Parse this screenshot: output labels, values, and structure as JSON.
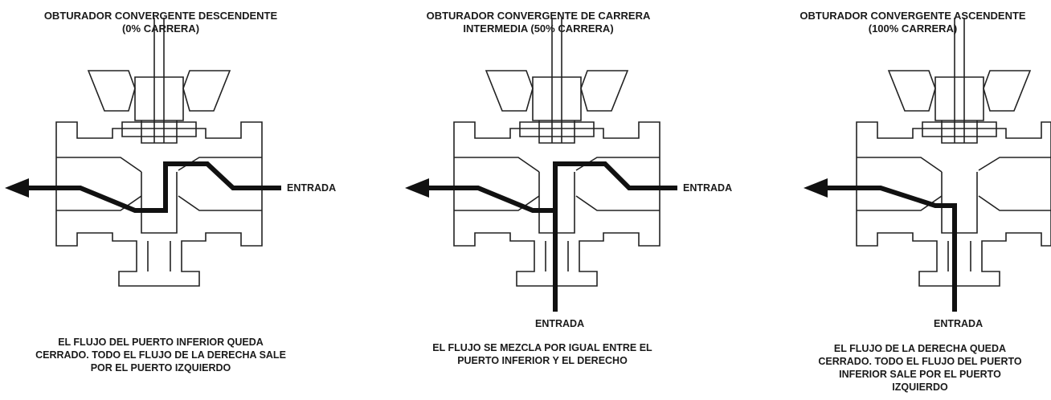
{
  "panels": [
    {
      "title": "OBTURADOR CONVERGENTE DESCENDENTE\n(0% CARRERA)",
      "inlet_right": "ENTRADA",
      "caption": "EL FLUJO DEL PUERTO INFERIOR QUEDA\nCERRADO. TODO EL FLUJO DE LA DERECHA SALE\nPOR EL PUERTO IZQUIERDO"
    },
    {
      "title": "OBTURADOR CONVERGENTE DE CARRERA\nINTERMEDIA (50% CARRERA)",
      "inlet_right": "ENTRADA",
      "inlet_bottom": "ENTRADA",
      "caption": "EL FLUJO SE MEZCLA POR IGUAL ENTRE EL\nPUERTO INFERIOR Y EL DERECHO"
    },
    {
      "title": "OBTURADOR CONVERGENTE ASCENDENTE\n(100% CARRERA)",
      "inlet_bottom": "ENTRADA",
      "caption": "EL FLUJO DE LA DERECHA QUEDA\nCERRADO. TODO EL FLUJO DEL PUERTO\nINFERIOR SALE POR EL PUERTO\nIZQUIERDO"
    }
  ]
}
